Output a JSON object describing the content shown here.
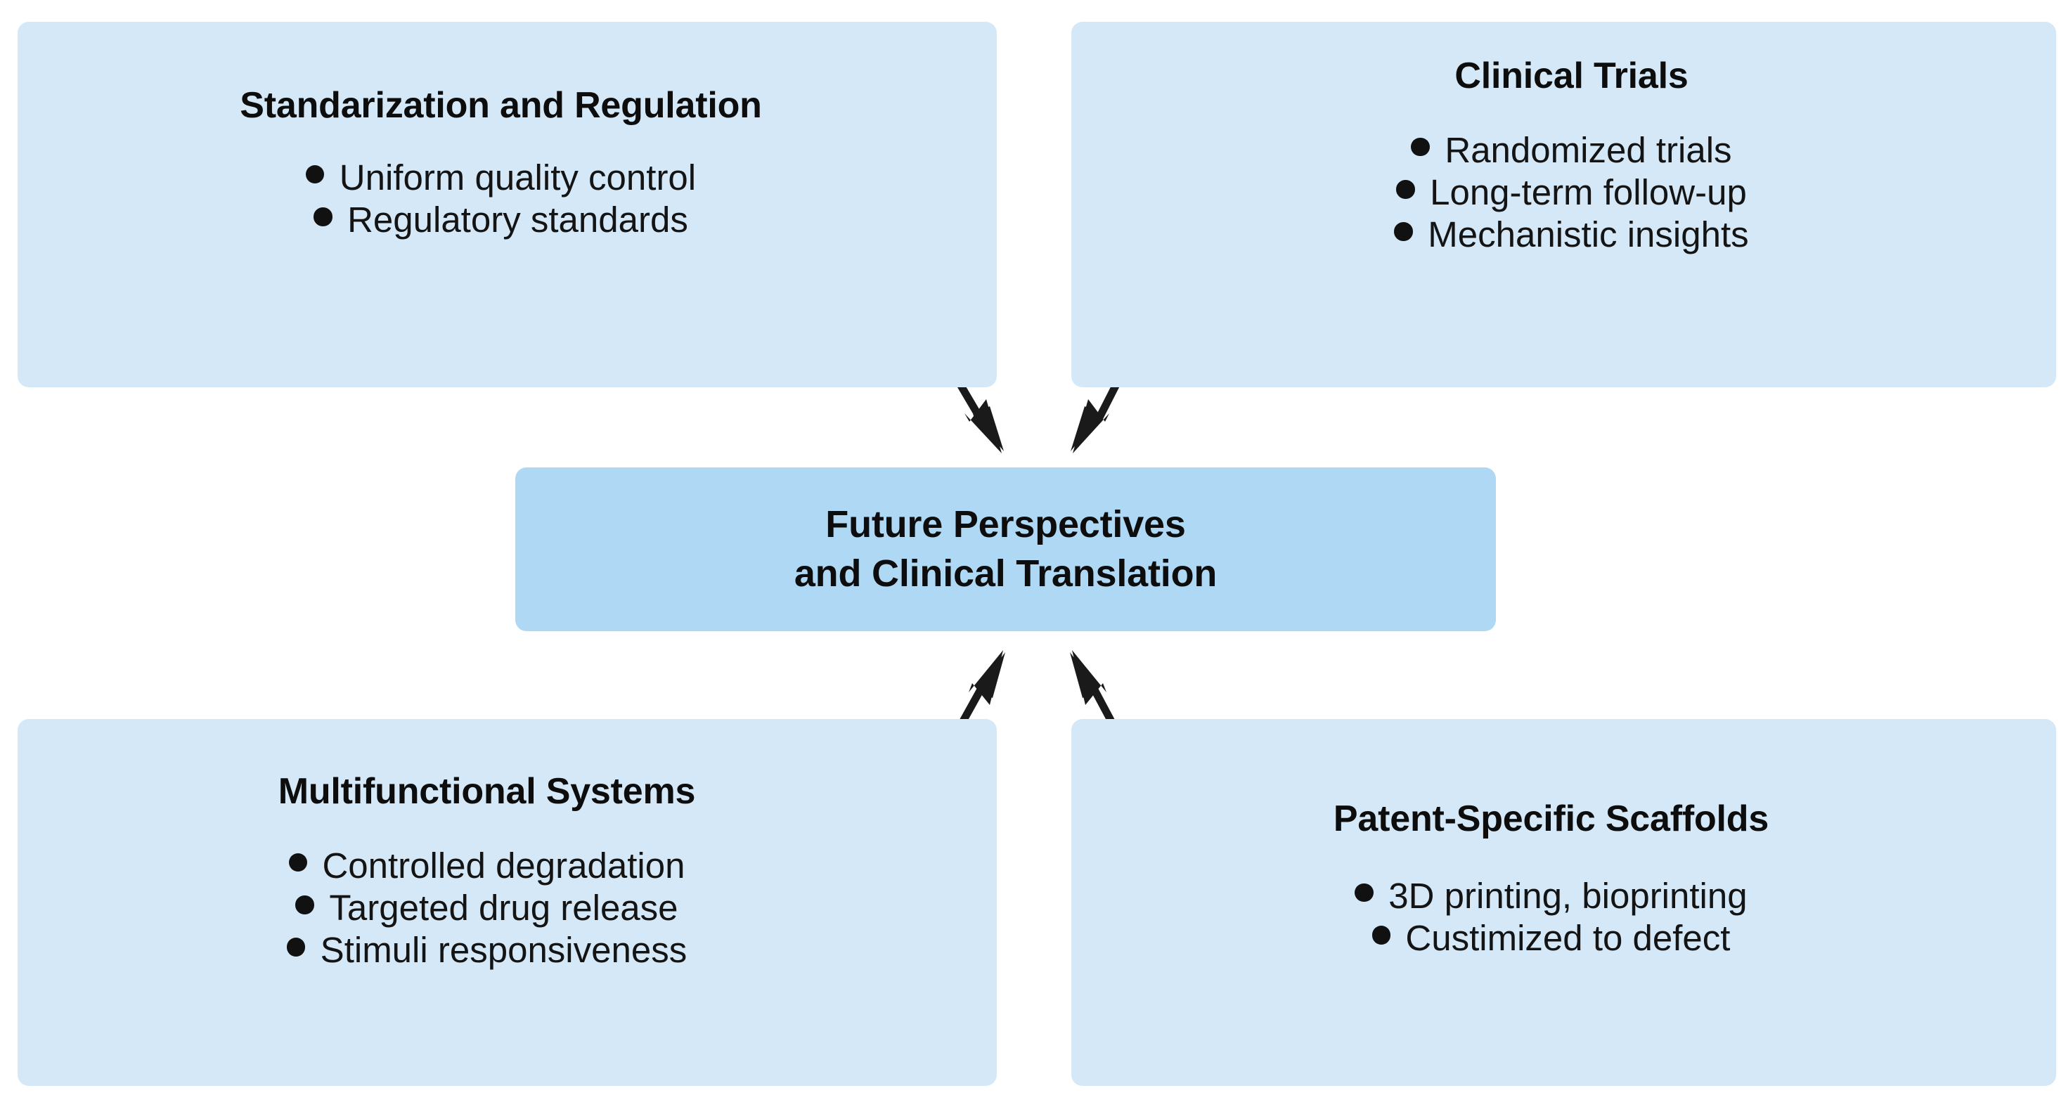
{
  "diagram": {
    "title": "Future Perspectives and Clinical Translation",
    "layout": "four satellite boxes converging on a central box",
    "colors": {
      "background": "#ffffff",
      "satellite_box": "#d4e8f7",
      "center_box": "#aed8f4",
      "text": "#111111",
      "arrow": "#1a1a1a"
    }
  },
  "center": {
    "line1": "Future Perspectives",
    "line2": "and Clinical Translation"
  },
  "boxes": {
    "standardization": {
      "title": "Standarization and Regulation",
      "bullets": [
        "Uniform quality control",
        "Regulatory standards"
      ]
    },
    "clinical": {
      "title": "Clinical Trials",
      "bullets": [
        "Randomized trials",
        "Long-term follow-up",
        "Mechanistic insights"
      ]
    },
    "multifunctional": {
      "title": "Multifunctional Systems",
      "bullets": [
        "Controlled degradation",
        "Targeted drug release",
        "Stimuli responsiveness"
      ]
    },
    "scaffolds": {
      "title": "Patent-Specific Scaffolds",
      "bullets": [
        "3D printing, bioprinting",
        "Custimized to defect"
      ]
    }
  },
  "arrows": [
    {
      "name": "arrow-standardization-to-center",
      "from": "standardization",
      "to": "center",
      "direction": "down-right"
    },
    {
      "name": "arrow-clinical-to-center",
      "from": "clinical",
      "to": "center",
      "direction": "down-left"
    },
    {
      "name": "arrow-multifunctional-to-center",
      "from": "multifunctional",
      "to": "center",
      "direction": "up-right"
    },
    {
      "name": "arrow-scaffolds-to-center",
      "from": "scaffolds",
      "to": "center",
      "direction": "up-left"
    }
  ]
}
